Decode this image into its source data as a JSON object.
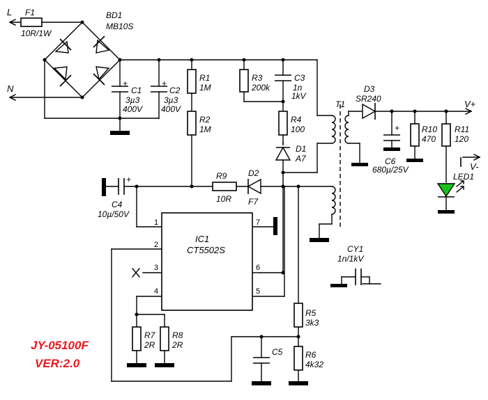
{
  "title": {
    "model": "JY-05100F",
    "version": "VER:2.0",
    "color": "#e8181c"
  },
  "led_color": "#19c319",
  "nets": {
    "line": "L",
    "neutral": "N",
    "vplus": "V+",
    "vminus": "V-"
  },
  "components": {
    "F1": {
      "ref": "F1",
      "value": "10R/1W"
    },
    "BD1": {
      "ref": "BD1",
      "value": "MB10S"
    },
    "C1": {
      "ref": "C1",
      "value": [
        "3µ3",
        "400V"
      ]
    },
    "C2": {
      "ref": "C2",
      "value": [
        "3µ3",
        "400V"
      ]
    },
    "R1": {
      "ref": "R1",
      "value": "1M"
    },
    "R2": {
      "ref": "R2",
      "value": "1M"
    },
    "R3": {
      "ref": "R3",
      "value": "200k"
    },
    "C3": {
      "ref": "C3",
      "value": [
        "1n",
        "1kV"
      ]
    },
    "R4": {
      "ref": "R4",
      "value": "100"
    },
    "D1": {
      "ref": "D1",
      "value": "A7"
    },
    "T1": {
      "ref": "T1"
    },
    "D3": {
      "ref": "D3",
      "value": "SR240"
    },
    "C6": {
      "ref": "C6",
      "value": "680µ/25V"
    },
    "R10": {
      "ref": "R10",
      "value": "470"
    },
    "R11": {
      "ref": "R11",
      "value": "120"
    },
    "LED1": {
      "ref": "LED1"
    },
    "C4": {
      "ref": "C4",
      "value": "10µ/50V"
    },
    "R9": {
      "ref": "R9",
      "value": "10R"
    },
    "D2": {
      "ref": "D2",
      "value": "F7"
    },
    "IC1": {
      "ref": "IC1",
      "value": "CT5502S"
    },
    "CY1": {
      "ref": "CY1",
      "value": "1n/1kV"
    },
    "R5": {
      "ref": "R5",
      "value": "3k3"
    },
    "R6": {
      "ref": "R6",
      "value": "4k32"
    },
    "C5": {
      "ref": "C5"
    },
    "R7": {
      "ref": "R7",
      "value": "2R"
    },
    "R8": {
      "ref": "R8",
      "value": "2R"
    }
  },
  "ic_pins": [
    "1",
    "2",
    "3",
    "4",
    "5",
    "6",
    "7"
  ],
  "polarity_plus": "+"
}
